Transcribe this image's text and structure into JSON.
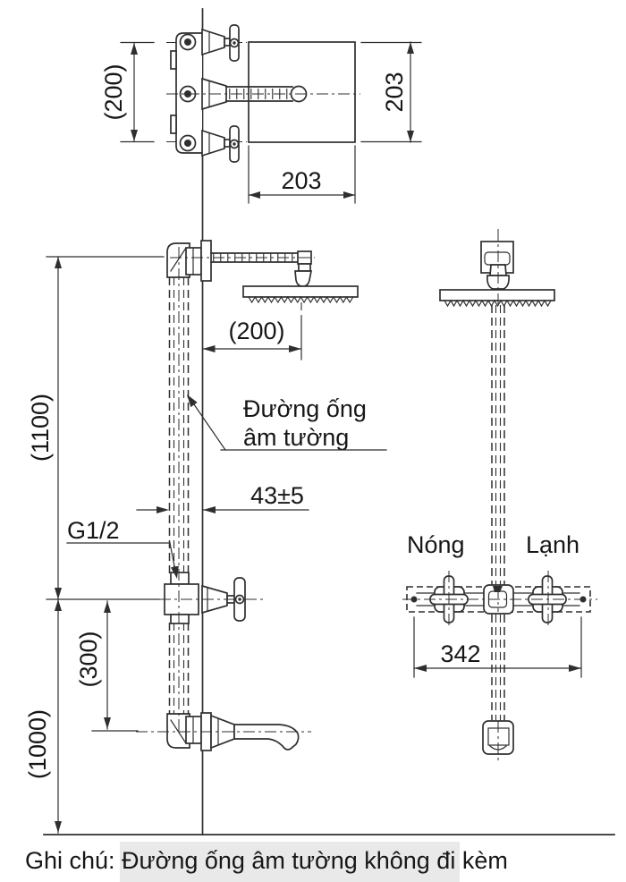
{
  "colors": {
    "line": "#2f2f2f",
    "text": "#171717",
    "note-band": "#e9e9e9",
    "bg": "#ffffff"
  },
  "top_view": {
    "dim_left": "(200)",
    "dim_right": "203",
    "dim_bottom": "203"
  },
  "side_view": {
    "dim_total_height": "(1100)",
    "dim_bottom_height": "(1000)",
    "dim_spout_offset": "(300)",
    "dim_arm_reach": "(200)",
    "dim_wall_offset": "43±5",
    "thread_label": "G1/2",
    "pipe_label_line1": "Đường ống",
    "pipe_label_line2": "âm tường"
  },
  "front_view": {
    "hot_label": "Nóng",
    "cold_label": "Lạnh",
    "dim_inlet_spacing": "342"
  },
  "footer": {
    "note": "Ghi chú: Đường ống âm tường không đi kèm"
  }
}
